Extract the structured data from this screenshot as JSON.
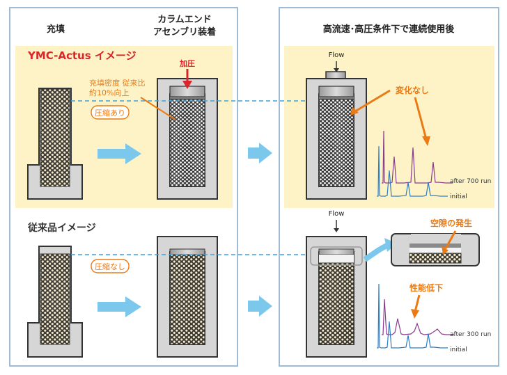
{
  "headers": {
    "packing": "充填",
    "endfit_line1": "カラムエンド",
    "endfit_line2": "アセンブリ装着",
    "after_use": "高流速･高圧条件下で連続使用後"
  },
  "ymc": {
    "title": "YMC-Actus イメージ",
    "pressure_label": "加圧",
    "density_line1": "充填密度 従来比",
    "density_line2": "約10%向上",
    "compression_badge": "圧縮あり",
    "no_change": "変化なし",
    "flow_label": "Flow",
    "trace_after": "after 700 run",
    "trace_initial": "initial"
  },
  "conventional": {
    "title": "従来品イメージ",
    "compression_badge": "圧縮なし",
    "void_label": "空隙の発生",
    "performance_drop": "性能低下",
    "flow_label": "Flow",
    "trace_after": "after 300 run",
    "trace_initial": "initial"
  },
  "colors": {
    "panel_border": "#9ebbd6",
    "highlight_band": "#fdf3c7",
    "arrow_blue": "#7cc8ec",
    "dashed_line": "#3aa3de",
    "orange": "#ec7a14",
    "red_title": "#d8262a",
    "trace_blue": "#2b7ec7",
    "trace_purple": "#8b3b8e"
  }
}
